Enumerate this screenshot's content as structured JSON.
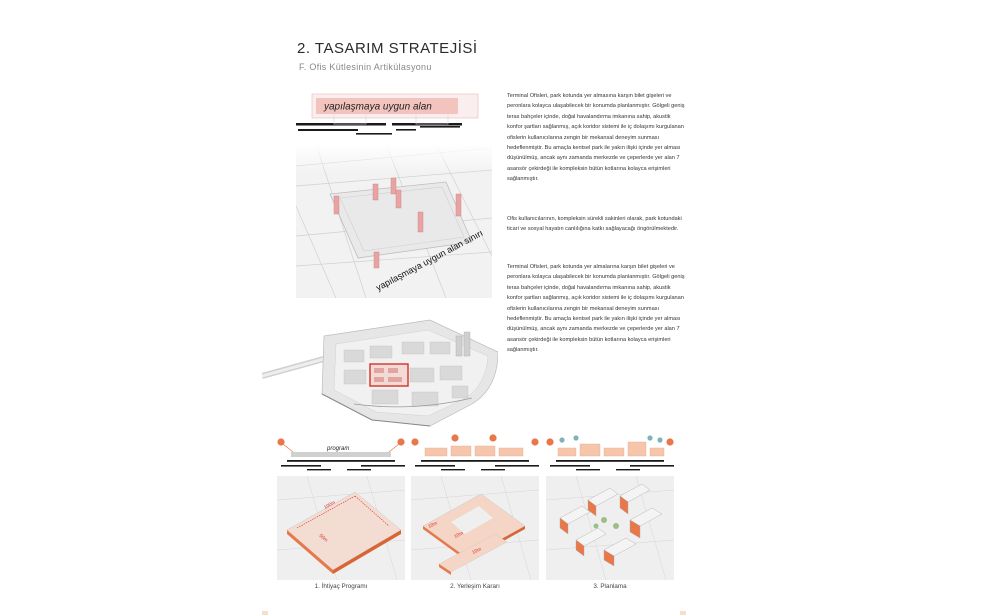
{
  "header": {
    "title": "2. TASARIM STRATEJİSİ",
    "subtitle": "F. Ofis Kütlesinin Artikülasyonu"
  },
  "diagram_top": {
    "banner_label": "yapılaşmaya uygun alan",
    "boundary_label": "yapılaşmaya uygun alan sınırı"
  },
  "body": {
    "paragraph_1": "Terminal Ofisleri, park kotunda yer almasına karşın bilet gişeleri ve peronlara kolayca ulaşabilecek bir konumda planlanmıştır. Gölgeli geniş teras bahçeler içinde, doğal havalandırma imkanına sahip, akustik konfor şartları sağlanmış, açık koridor sistemi ile iç dolaşımı kurgulanan ofislerin kullanıcılarına zengin bir mekansal deneyim sunması hedeflenmiştir. Bu amaçla kentsel park ile yakın ilişki içinde yer alması düşünülmüş, ancak aynı zamanda merkezde ve çeperlerde yer alan 7 asansör çekirdeği ile kompleksin bütün kotlarına kolayca erişimleri sağlanmıştır.",
    "paragraph_2": "Ofis kullanıcılarının, kompleksin sürekli sakinleri olarak, park kotundaki ticari ve sosyal hayatın canlılığına katkı sağlayacağı öngörülmektedir.",
    "paragraph_3": "Terminal Ofisleri, park kotunda yer almalarına karşın bilet gişeleri ve peronlara kolayca ulaşabilecek bir konumda planlanmıştır. Gölgeli geniş teras bahçeler içinde, doğal havalandırma imkanına sahip, akustik konfor şartları sağlanmış, açık koridor sistemi ile iç dolaşımı kurgulanan ofislerin kullanıcılarına zengin bir mekansal deneyim sunması hedeflenmiştir. Bu amaçla kentsel park ile yakın ilişki içinde yer alması düşünülmüş, ancak aynı zamanda merkezde ve çeperlerde yer alan 7 asansör çekirdeği ile kompleksin bütün kotlarına kolayca erişimleri sağlanmıştır."
  },
  "steps": [
    {
      "caption": "1. İhtiyaç Programı",
      "label": "program",
      "dim_long": "100m",
      "dim_short": "50m"
    },
    {
      "caption": "2. Yerleşim Kararı",
      "dim_a": "10m",
      "dim_b": "10m",
      "dim_c": "10m"
    },
    {
      "caption": "3. Planlama"
    }
  ],
  "colors": {
    "accent_orange": "#e8774a",
    "salmon": "#f1a98b",
    "pink_banner": "#f4c6c0",
    "dark_line": "#1a1a1a",
    "grey_site": "#dedede",
    "red_outline": "#d6312b"
  }
}
